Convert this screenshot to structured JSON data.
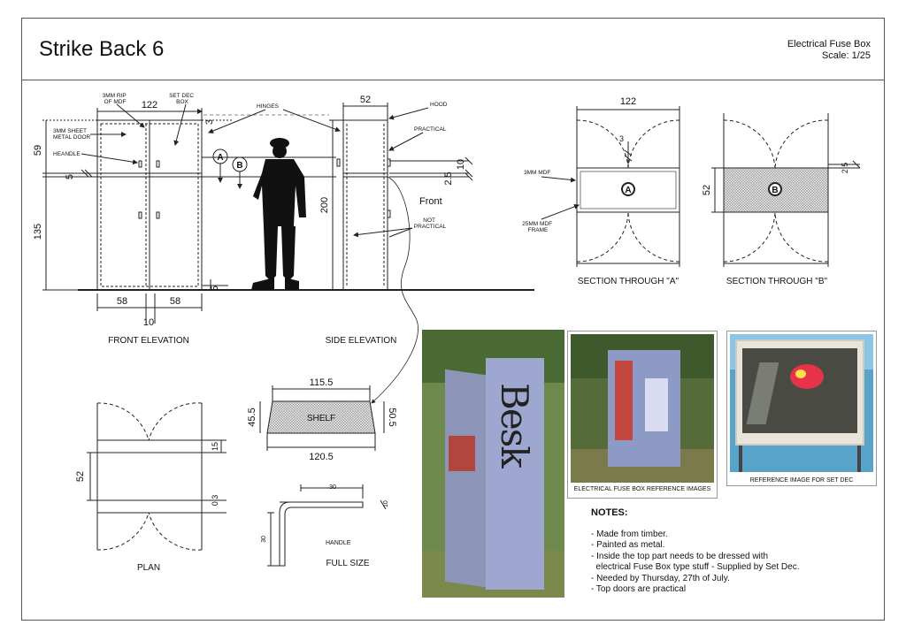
{
  "header": {
    "title": "Strike Back 6",
    "subtitle_line1": "Electrical Fuse Box",
    "subtitle_line2": "Scale: 1/25"
  },
  "front_elevation": {
    "caption": "FRONT ELEVATION",
    "dim_width": "122",
    "dim_top": "59",
    "dim_bottom": "135",
    "dim_left_door": "58",
    "dim_right_door": "58",
    "dim_gap": "10",
    "dim_5a": "5",
    "dim_5b": "5",
    "dim_3": "3",
    "label_rip": "3MM RIP\nOF MDF",
    "label_setdec": "SET DEC\nBOX",
    "label_sheet": "3MM SHEET\nMETAL DOOR",
    "label_handle": "HEANDLE",
    "label_hinges": "HINGES",
    "marker_a": "A",
    "marker_b": "B"
  },
  "side_elevation": {
    "caption": "SIDE ELEVATION",
    "dim_depth": "52",
    "dim_height": "200",
    "dim_10": "10",
    "dim_2_5": "2.5",
    "label_hood": "HOOD",
    "label_practical": "PRACTICAL",
    "label_front": "Front",
    "label_not_practical": "NOT\nPRACTICAL"
  },
  "section_a": {
    "caption": "SECTION THROUGH \"A\"",
    "dim_width": "122",
    "dim_3": "3",
    "label_mdf": "3MM MDF",
    "label_frame": "25MM MDF\nFRAME",
    "marker": "A"
  },
  "section_b": {
    "caption": "SECTION THROUGH \"B\"",
    "dim_depth": "52",
    "dim_2_5": "2.5",
    "marker": "B"
  },
  "plan": {
    "caption": "PLAN",
    "dim_52": "52",
    "dim_15": "15",
    "dim_0_3": "0.3"
  },
  "shelf": {
    "label": "SHELF",
    "dim_top": "115.5",
    "dim_bottom": "120.5",
    "dim_left": "45.5",
    "dim_right": "50.5"
  },
  "handle_detail": {
    "label": "HANDLE",
    "caption": "FULL SIZE",
    "dim_30_top": "30",
    "dim_30_left": "30",
    "dim_side": "10"
  },
  "photos": {
    "caption_ref": "ELECTRICAL FUSE BOX REFERENCE IMAGES",
    "caption_setdec": "REFERENCE IMAGE FOR SET DEC",
    "graffiti_text": "Besk"
  },
  "notes": {
    "title": "NOTES:",
    "items": [
      "- Made from timber.",
      "- Painted as metal.",
      "- Inside the top part needs to be dressed with",
      "  electrical Fuse Box type stuff - Supplied by Set Dec.",
      "- Needed by Thursday, 27th of July.",
      "- Top doors are practical"
    ]
  }
}
